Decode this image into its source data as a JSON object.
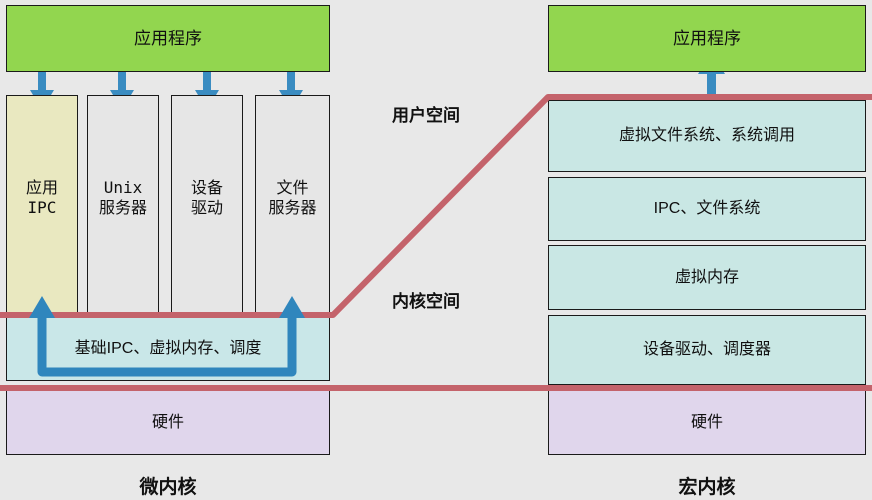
{
  "colors": {
    "background": "#e8e8e8",
    "application": "#92d64f",
    "app_ipc": "#e9e8c0",
    "service": "#e6e6e6",
    "kernel": "#c9e7e8",
    "hardware": "#e0d6ec",
    "arrow": "#3a8cc1",
    "boundary_line": "#c4636b",
    "outline": "#1a1a1a"
  },
  "space_labels": {
    "user": "用户空间",
    "kernel": "内核空间"
  },
  "captions": {
    "left": "微内核",
    "right": "宏内核"
  },
  "microkernel": {
    "application": "应用程序",
    "services": [
      {
        "name": "app-ipc",
        "line1": "应用",
        "line2": "IPC",
        "highlight": true
      },
      {
        "name": "unix-server",
        "line1": "Unix",
        "line2": "服务器",
        "highlight": false
      },
      {
        "name": "device-driver",
        "line1": "设备",
        "line2": "驱动",
        "highlight": false
      },
      {
        "name": "file-server",
        "line1": "文件",
        "line2": "服务器",
        "highlight": false
      }
    ],
    "kernel_band": "基础IPC、虚拟内存、调度",
    "hardware": "硬件"
  },
  "monolithic": {
    "application": "应用程序",
    "layers": [
      {
        "name": "vfs-syscall",
        "label": "虚拟文件系统、系统调用"
      },
      {
        "name": "ipc-filesystem",
        "label": "IPC、文件系统"
      },
      {
        "name": "virtual-memory",
        "label": "虚拟内存"
      },
      {
        "name": "driver-scheduler",
        "label": "设备驱动、调度器"
      }
    ],
    "hardware": "硬件"
  },
  "icons": {
    "bidirectional_arrow": "bidirectional-arrow-icon",
    "bracket_arrow": "bracket-up-arrow-icon",
    "boundary": "boundary-line-icon"
  }
}
